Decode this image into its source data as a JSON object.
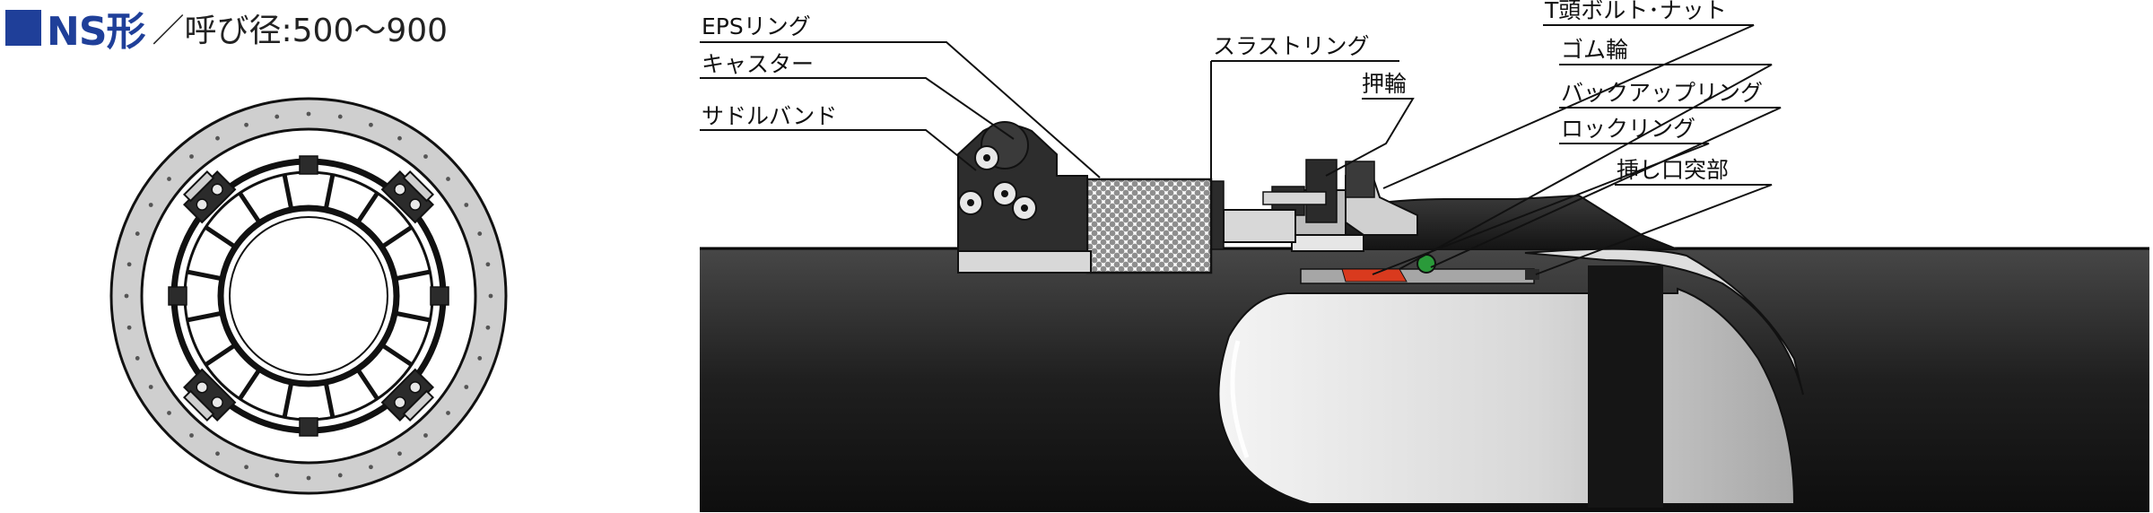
{
  "title": {
    "type": "NS形",
    "subtitle": "／呼び径:500〜900"
  },
  "labels": {
    "eps_ring": "EPSリング",
    "caster": "キャスター",
    "saddle_band": "サドルバンド",
    "thrust_ring": "スラストリング",
    "t_bolt_nut": "T頭ボルト･ナット",
    "rubber_ring": "ゴム輪",
    "push_ring": "押輪",
    "backup_ring": "バックアップリング",
    "lock_ring": "ロックリング",
    "spigot_projection": "挿し口突部"
  },
  "colors": {
    "title_blue": "#1f3f99",
    "pipe_dark": "#2b2b2b",
    "sheath_gray": "#c8c8c8",
    "lock_ring_red": "#d93a1e",
    "rubber_green": "#2a9a3a"
  }
}
